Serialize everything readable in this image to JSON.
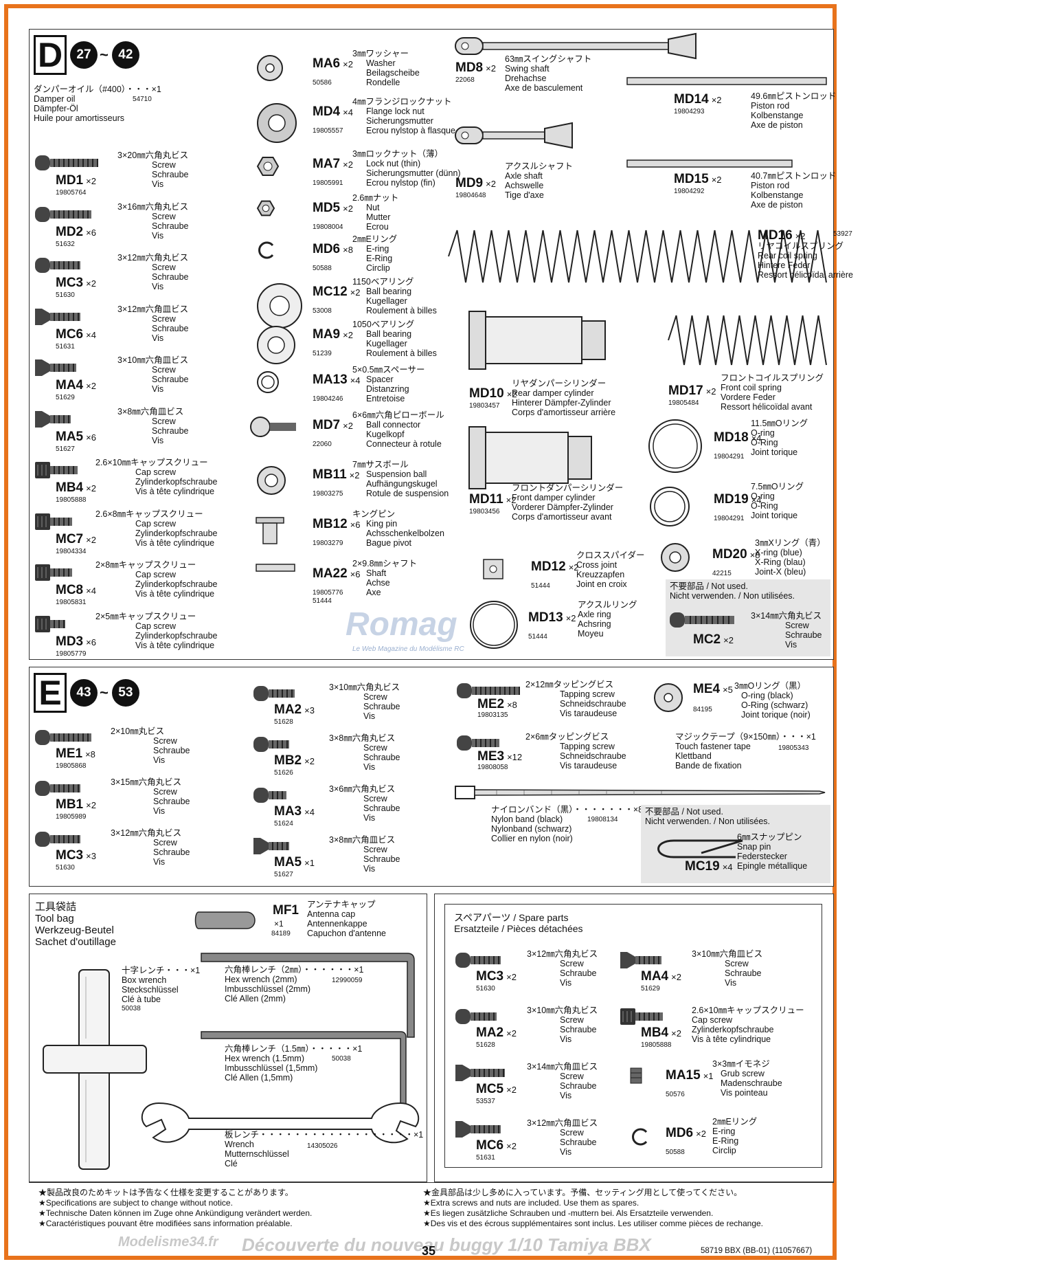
{
  "sectionD": {
    "letter": "D",
    "from": "27",
    "to": "42",
    "damper_oil": {
      "lines": [
        "ダンパーオイル（#400）・・・×1",
        "Damper oil",
        "Dämpfer-Öl",
        "Huile pour amortisseurs"
      ],
      "pno": "54710"
    },
    "left_parts": [
      {
        "code": "MD1",
        "qty": "×2",
        "pno": "19805764",
        "desc": [
          "3×20㎜六角丸ビス",
          "Screw",
          "Schraube",
          "Vis"
        ]
      },
      {
        "code": "MD2",
        "qty": "×6",
        "pno": "51632",
        "desc": [
          "3×16㎜六角丸ビス",
          "Screw",
          "Schraube",
          "Vis"
        ]
      },
      {
        "code": "MC3",
        "qty": "×2",
        "pno": "51630",
        "desc": [
          "3×12㎜六角丸ビス",
          "Screw",
          "Schraube",
          "Vis"
        ]
      },
      {
        "code": "MC6",
        "qty": "×4",
        "pno": "51631",
        "desc": [
          "3×12㎜六角皿ビス",
          "Screw",
          "Schraube",
          "Vis"
        ]
      },
      {
        "code": "MA4",
        "qty": "×2",
        "pno": "51629",
        "desc": [
          "3×10㎜六角皿ビス",
          "Screw",
          "Schraube",
          "Vis"
        ]
      },
      {
        "code": "MA5",
        "qty": "×6",
        "pno": "51627",
        "desc": [
          "3×8㎜六角皿ビス",
          "Screw",
          "Schraube",
          "Vis"
        ]
      },
      {
        "code": "MB4",
        "qty": "×2",
        "pno": "19805888",
        "desc": [
          "2.6×10㎜キャップスクリュー",
          "Cap screw",
          "Zylinderkopfschraube",
          "Vis à tête cylindrique"
        ]
      },
      {
        "code": "MC7",
        "qty": "×2",
        "pno": "19804334",
        "desc": [
          "2.6×8㎜キャップスクリュー",
          "Cap screw",
          "Zylinderkopfschraube",
          "Vis à tête cylindrique"
        ]
      },
      {
        "code": "MC8",
        "qty": "×4",
        "pno": "19805831",
        "desc": [
          "2×8㎜キャップスクリュー",
          "Cap screw",
          "Zylinderkopfschraube",
          "Vis à tête cylindrique"
        ]
      },
      {
        "code": "MD3",
        "qty": "×6",
        "pno": "19805779",
        "desc": [
          "2×5㎜キャップスクリュー",
          "Cap screw",
          "Zylinderkopfschraube",
          "Vis à tête cylindrique"
        ]
      }
    ],
    "mid_parts": [
      {
        "code": "MA6",
        "qty": "×2",
        "pno": "50586",
        "desc": [
          "3㎜ワッシャー",
          "Washer",
          "Beilagscheibe",
          "Rondelle"
        ]
      },
      {
        "code": "MD4",
        "qty": "×4",
        "pno": "19805557",
        "desc": [
          "4㎜フランジロックナット",
          "Flange lock nut",
          "Sicherungsmutter",
          "Ecrou nylstop à flasque"
        ]
      },
      {
        "code": "MA7",
        "qty": "×2",
        "pno": "19805991",
        "desc": [
          "3㎜ロックナット（薄）",
          "Lock nut (thin)",
          "Sicherungsmutter (dünn)",
          "Ecrou nylstop (fin)"
        ]
      },
      {
        "code": "MD5",
        "qty": "×2",
        "pno": "19808004",
        "desc": [
          "2.6㎜ナット",
          "Nut",
          "Mutter",
          "Ecrou"
        ]
      },
      {
        "code": "MD6",
        "qty": "×8",
        "pno": "50588",
        "desc": [
          "2㎜Eリング",
          "E-ring",
          "E-Ring",
          "Circlip"
        ]
      },
      {
        "code": "MC12",
        "qty": "×2",
        "pno": "53008",
        "desc": [
          "1150ベアリング",
          "Ball bearing",
          "Kugellager",
          "Roulement à billes"
        ]
      },
      {
        "code": "MA9",
        "qty": "×2",
        "pno": "51239",
        "desc": [
          "1050ベアリング",
          "Ball bearing",
          "Kugellager",
          "Roulement à billes"
        ]
      },
      {
        "code": "MA13",
        "qty": "×4",
        "pno": "19804246",
        "desc": [
          "5×0.5㎜スペーサー",
          "Spacer",
          "Distanzring",
          "Entretoise"
        ]
      },
      {
        "code": "MD7",
        "qty": "×2",
        "pno": "22060",
        "desc": [
          "6×6㎜六角ピローボール",
          "Ball connector",
          "Kugelkopf",
          "Connecteur à rotule"
        ]
      },
      {
        "code": "MB11",
        "qty": "×2",
        "pno": "19803275",
        "desc": [
          "7㎜サスボール",
          "Suspension ball",
          "Aufhängungskugel",
          "Rotule de suspension"
        ]
      },
      {
        "code": "MB12",
        "qty": "×6",
        "pno": "19803279",
        "desc": [
          "キングピン",
          "King pin",
          "Achsschenkelbolzen",
          "Bague pivot"
        ]
      },
      {
        "code": "MA22",
        "qty": "×6",
        "pno": "19805776",
        "pno2": "51444",
        "desc": [
          "2×9.8㎜シャフト",
          "Shaft",
          "Achse",
          "Axe"
        ]
      }
    ],
    "right_parts": [
      {
        "code": "MD8",
        "qty": "×2",
        "pno": "22068",
        "desc": [
          "63㎜スイングシャフト",
          "Swing shaft",
          "Drehachse",
          "Axe de basculement"
        ]
      },
      {
        "code": "MD14",
        "qty": "×2",
        "pno": "19804293",
        "desc": [
          "49.6㎜ピストンロッド",
          "Piston rod",
          "Kolbenstange",
          "Axe de piston"
        ]
      },
      {
        "code": "MD9",
        "qty": "×2",
        "pno": "19804648",
        "desc": [
          "アクスルシャフト",
          "Axle shaft",
          "Achswelle",
          "Tige d'axe"
        ]
      },
      {
        "code": "MD15",
        "qty": "×2",
        "pno": "19804292",
        "desc": [
          "40.7㎜ピストンロッド",
          "Piston rod",
          "Kolbenstange",
          "Axe de piston"
        ]
      },
      {
        "code": "MD16",
        "qty": "×2",
        "pno": "53927",
        "desc": [
          "リヤコイルスプリング",
          "Rear coil spring",
          "Hintere Feder",
          "Ressort hélicoïdal arrière"
        ]
      },
      {
        "code": "MD10",
        "qty": "×2",
        "pno": "19803457",
        "desc": [
          "リヤダンパーシリンダー",
          "Rear damper cylinder",
          "Hinterer Dämpfer-Zylinder",
          "Corps d'amortisseur arrière"
        ]
      },
      {
        "code": "MD17",
        "qty": "×2",
        "pno": "19805484",
        "desc": [
          "フロントコイルスプリング",
          "Front coil spring",
          "Vordere Feder",
          "Ressort hélicoïdal avant"
        ]
      },
      {
        "code": "MD11",
        "qty": "×2",
        "pno": "19803456",
        "desc": [
          "フロントダンパーシリンダー",
          "Front damper cylinder",
          "Vorderer Dämpfer-Zylinder",
          "Corps d'amortisseur avant"
        ]
      },
      {
        "code": "MD18",
        "qty": "×4",
        "pno": "19804291",
        "desc": [
          "11.5㎜Oリング",
          "O-ring",
          "O-Ring",
          "Joint torique"
        ]
      },
      {
        "code": "MD19",
        "qty": "×4",
        "pno": "19804291",
        "desc": [
          "7.5㎜Oリング",
          "O-ring",
          "O-Ring",
          "Joint torique"
        ]
      },
      {
        "code": "MD12",
        "qty": "×2",
        "pno": "51444",
        "desc": [
          "クロススパイダー",
          "Cross joint",
          "Kreuzzapfen",
          "Joint en croix"
        ]
      },
      {
        "code": "MD20",
        "qty": "×8",
        "pno": "42215",
        "desc": [
          "3㎜Xリング（青）",
          "X-ring (blue)",
          "X-Ring (blau)",
          "Joint-X (bleu)"
        ]
      },
      {
        "code": "MD13",
        "qty": "×2",
        "pno": "51444",
        "desc": [
          "アクスルリング",
          "Axle ring",
          "Achsring",
          "Moyeu"
        ]
      }
    ],
    "not_used": {
      "line1": "不要部品 / Not used.",
      "line2": "Nicht verwenden. / Non utilisées.",
      "code": "MC2",
      "qty": "×2",
      "desc": [
        "3×14㎜六角丸ビス",
        "Screw",
        "Schraube",
        "Vis"
      ]
    }
  },
  "sectionE": {
    "letter": "E",
    "from": "43",
    "to": "53",
    "left_parts": [
      {
        "code": "ME1",
        "qty": "×8",
        "pno": "19805868",
        "desc": [
          "2×10㎜丸ビス",
          "Screw",
          "Schraube",
          "Vis"
        ]
      },
      {
        "code": "MB1",
        "qty": "×2",
        "pno": "19805989",
        "desc": [
          "3×15㎜六角丸ビス",
          "Screw",
          "Schraube",
          "Vis"
        ]
      },
      {
        "code": "MC3",
        "qty": "×3",
        "pno": "51630",
        "desc": [
          "3×12㎜六角丸ビス",
          "Screw",
          "Schraube",
          "Vis"
        ]
      }
    ],
    "mid_parts": [
      {
        "code": "MA2",
        "qty": "×3",
        "pno": "51628",
        "desc": [
          "3×10㎜六角丸ビス",
          "Screw",
          "Schraube",
          "Vis"
        ]
      },
      {
        "code": "MB2",
        "qty": "×2",
        "pno": "51626",
        "desc": [
          "3×8㎜六角丸ビス",
          "Screw",
          "Schraube",
          "Vis"
        ]
      },
      {
        "code": "MA3",
        "qty": "×4",
        "pno": "51624",
        "desc": [
          "3×6㎜六角丸ビス",
          "Screw",
          "Schraube",
          "Vis"
        ]
      },
      {
        "code": "MA5",
        "qty": "×1",
        "pno": "51627",
        "desc": [
          "3×8㎜六角皿ビス",
          "Screw",
          "Schraube",
          "Vis"
        ]
      }
    ],
    "right_parts": [
      {
        "code": "ME2",
        "qty": "×8",
        "pno": "19803135",
        "desc": [
          "2×12㎜タッピングビス",
          "Tapping screw",
          "Schneidschraube",
          "Vis taraudeuse"
        ]
      },
      {
        "code": "ME4",
        "qty": "×5",
        "pno": "84195",
        "desc": [
          "3㎜Oリング（黒）",
          "O-ring (black)",
          "O-Ring (schwarz)",
          "Joint torique (noir)"
        ]
      },
      {
        "code": "ME3",
        "qty": "×12",
        "pno": "19808058",
        "desc": [
          "2×6㎜タッピングビス",
          "Tapping screw",
          "Schneidschraube",
          "Vis taraudeuse"
        ]
      }
    ],
    "tape": {
      "lines": [
        "マジックテープ（9×150㎜）・・・×1",
        "Touch fastener tape",
        "Klettband",
        "Bande de fixation"
      ],
      "pno": "19805343"
    },
    "band": {
      "lines": [
        "ナイロンバンド（黒）・・・・・・・×8",
        "Nylon band (black)",
        "Nylonband (schwarz)",
        "Collier en nylon (noir)"
      ],
      "pno": "19808134"
    },
    "not_used": {
      "line1": "不要部品 / Not used.",
      "line2": "Nicht verwenden. / Non utilisées.",
      "code": "MC19",
      "qty": "×4",
      "desc": [
        "6㎜スナップピン",
        "Snap pin",
        "Federstecker",
        "Epingle métallique"
      ]
    }
  },
  "toolbag": {
    "title": [
      "工具袋詰",
      "Tool bag",
      "Werkzeug-Beutel",
      "Sachet d'outillage"
    ],
    "mf1": {
      "code": "MF1",
      "qty": "×1",
      "pno": "84189",
      "desc": [
        "アンテナキャップ",
        "Antenna cap",
        "Antennenkappe",
        "Capuchon d'antenne"
      ]
    },
    "box_wrench": {
      "lines": [
        "十字レンチ・・・×1",
        "Box wrench",
        "Steckschlüssel",
        "Clé à tube"
      ],
      "pno": "50038"
    },
    "hex2": {
      "lines": [
        "六角棒レンチ（2㎜）・・・・・・×1",
        "Hex wrench (2mm)",
        "Imbusschlüssel (2mm)",
        "Clé Allen (2mm)"
      ],
      "pno": "12990059"
    },
    "hex15": {
      "lines": [
        "六角棒レンチ（1.5㎜）・・・・・×1",
        "Hex wrench (1.5mm)",
        "Imbusschlüssel (1,5mm)",
        "Clé Allen (1,5mm)"
      ],
      "pno": "50038"
    },
    "wrench": {
      "lines": [
        "板レンチ・・・・・・・・・・・・・・・・・・×1",
        "Wrench",
        "Mutternschlüssel",
        "Clé"
      ],
      "pno": "14305026"
    }
  },
  "spare": {
    "title": [
      "スペアパーツ / Spare parts",
      "Ersatzteile / Pièces détachées"
    ],
    "left": [
      {
        "code": "MC3",
        "qty": "×2",
        "pno": "51630",
        "desc": [
          "3×12㎜六角丸ビス",
          "Screw",
          "Schraube",
          "Vis"
        ]
      },
      {
        "code": "MA2",
        "qty": "×2",
        "pno": "51628",
        "desc": [
          "3×10㎜六角丸ビス",
          "Screw",
          "Schraube",
          "Vis"
        ]
      },
      {
        "code": "MC5",
        "qty": "×2",
        "pno": "53537",
        "desc": [
          "3×14㎜六角皿ビス",
          "Screw",
          "Schraube",
          "Vis"
        ]
      },
      {
        "code": "MC6",
        "qty": "×2",
        "pno": "51631",
        "desc": [
          "3×12㎜六角皿ビス",
          "Screw",
          "Schraube",
          "Vis"
        ]
      }
    ],
    "right": [
      {
        "code": "MA4",
        "qty": "×2",
        "pno": "51629",
        "desc": [
          "3×10㎜六角皿ビス",
          "Screw",
          "Schraube",
          "Vis"
        ]
      },
      {
        "code": "MB4",
        "qty": "×2",
        "pno": "19805888",
        "desc": [
          "2.6×10㎜キャップスクリュー",
          "Cap screw",
          "Zylinderkopfschraube",
          "Vis à tête cylindrique"
        ]
      },
      {
        "code": "MA15",
        "qty": "×1",
        "pno": "50576",
        "desc": [
          "3×3㎜イモネジ",
          "Grub screw",
          "Madenschraube",
          "Vis pointeau"
        ]
      },
      {
        "code": "MD6",
        "qty": "×2",
        "pno": "50588",
        "desc": [
          "2㎜Eリング",
          "E-ring",
          "E-Ring",
          "Circlip"
        ]
      }
    ]
  },
  "notes_left": [
    "★製品改良のためキットは予告なく仕様を変更することがあります。",
    "★Specifications are subject to change without notice.",
    "★Technische Daten können im Zuge ohne Ankündigung verändert werden.",
    "★Caractéristiques pouvant être modifiées sans information préalable."
  ],
  "notes_right": [
    "★金具部品は少し多めに入っています。予備、セッティング用として使ってください。",
    "★Extra screws and nuts are included. Use them as spares.",
    "★Es liegen zusätzliche Schrauben und -muttern bei. Als Ersatzteile verwenden.",
    "★Des vis et des écrous supplémentaires sont inclus. Les utiliser comme pièces de rechange."
  ],
  "page_number": "35",
  "footer_code": "58719 BBX (BB-01) (11057667)",
  "watermark": {
    "logo": "Romag",
    "sub": "Le Web Magazine du Modélisme RC",
    "bottom": "Découverte du nouveau buggy 1/10 Tamiya BBX",
    "bottom_logo": "Modelisme34.fr"
  },
  "colors": {
    "frame": "#e8731c",
    "ink": "#111111",
    "panel": "#e6e6e6"
  }
}
